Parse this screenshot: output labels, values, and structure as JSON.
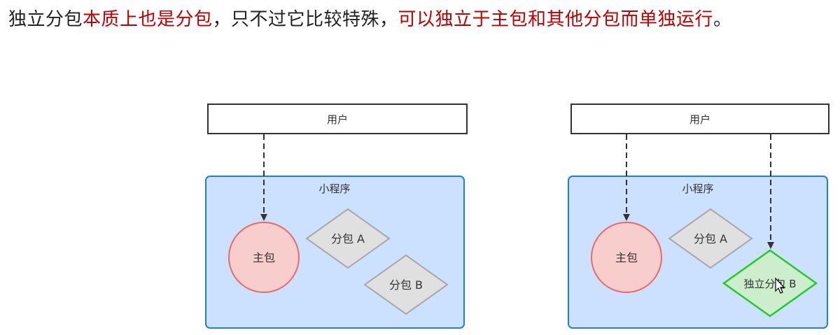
{
  "headline": {
    "part1": "独立分包",
    "part2": "本质上也是分包",
    "part3": "，只不过它比较特殊，",
    "part4": "可以独立于主包和其他分包而单独运行",
    "part5": "。"
  },
  "colors": {
    "accent_text": "#c00000",
    "container_fill": "#cce0ff",
    "container_border": "#1e7fdc",
    "main_fill": "#f8cecc",
    "main_border": "#e86b6b",
    "sub_fill": "#e0e0e0",
    "sub_border": "#a8a8a8",
    "independent_fill": "#cdeecd",
    "independent_border": "#22cc22"
  },
  "left_diagram": {
    "user_label": "用户",
    "container_label": "小程序",
    "main_package_label": "主包",
    "subpackage_a_label": "分包 A",
    "subpackage_b_label": "分包 B"
  },
  "right_diagram": {
    "user_label": "用户",
    "container_label": "小程序",
    "main_package_label": "主包",
    "subpackage_a_label": "分包 A",
    "independent_b_label": "独立分包 B"
  }
}
